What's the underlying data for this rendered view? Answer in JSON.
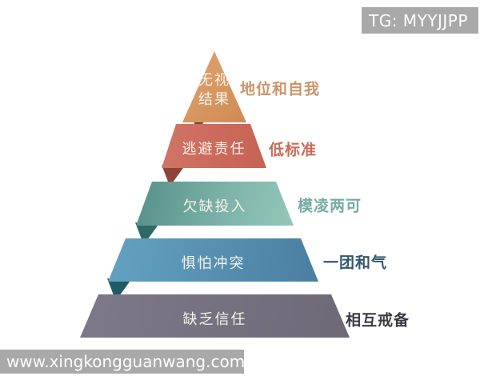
{
  "badge": {
    "text": "TG: MYYJJPP",
    "bg_color": "#a9a9a9",
    "text_color": "#ffffff"
  },
  "footer": {
    "text": "www.xingkongguanwang.com",
    "bg_color": "#a9a9a9",
    "text_color": "#ffffff"
  },
  "pyramid": {
    "inner_text_color": "#f6f1e9",
    "levels": [
      {
        "label": "无视结果",
        "label_lines": [
          "无视",
          "结果"
        ],
        "side_label": "地位和自我",
        "color": "#d69a66",
        "fold_color": "#7a4326",
        "side_label_color": "#cb9468"
      },
      {
        "label": "逃避责任",
        "side_label": "低标准",
        "color": "#cc6c5c",
        "fold_color": "#8e4437",
        "side_label_color": "#c96a57"
      },
      {
        "label": "欠缺投入",
        "side_label": "模凌两可",
        "color": "#74aba3",
        "fold_color": "#2e6b64",
        "side_label_color": "#77aba3"
      },
      {
        "label": "惧怕冲突",
        "side_label": "一团和气",
        "color": "#5b93b5",
        "fold_color": "#1d5c60",
        "side_label_color": "#33586c"
      },
      {
        "label": "缺乏信任",
        "side_label": "相互戒备",
        "color": "#767281",
        "side_label_color": "#3b3b43"
      }
    ]
  }
}
